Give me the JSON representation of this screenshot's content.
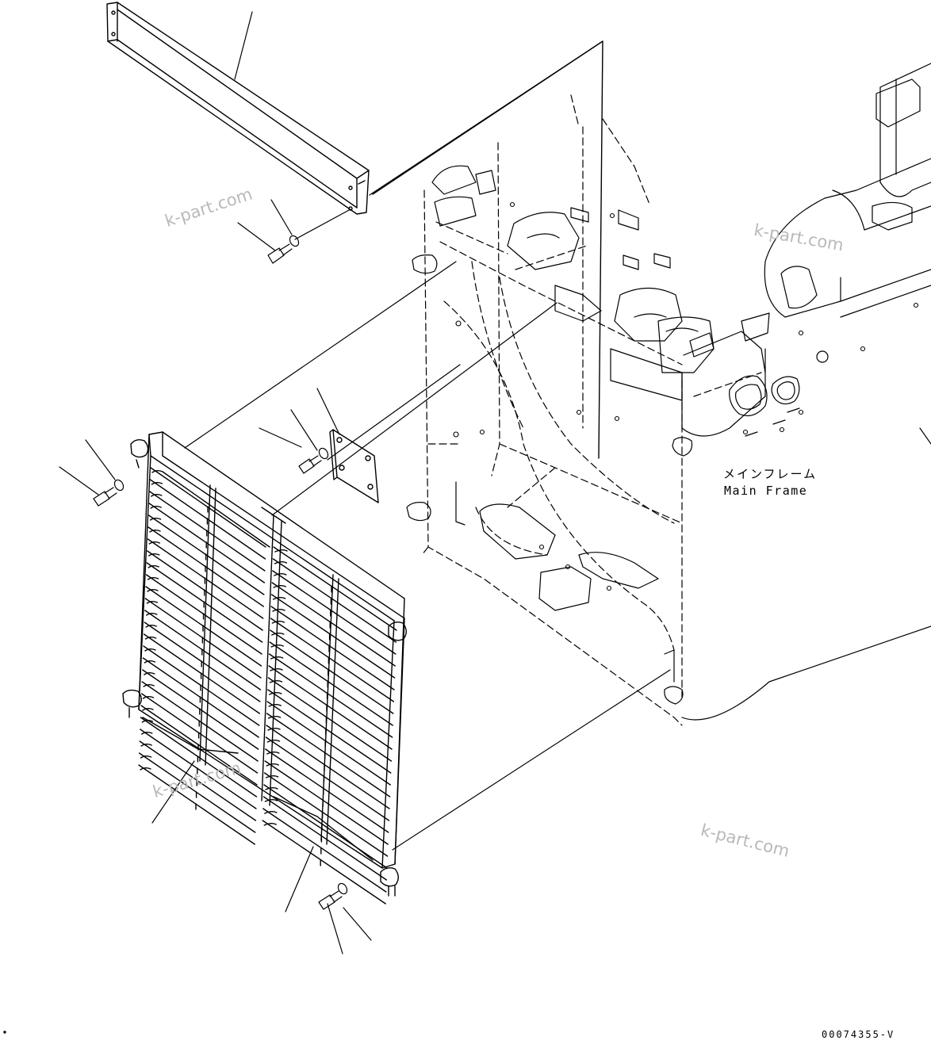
{
  "labels": {
    "main_frame_jp": "メインフレーム",
    "main_frame_en": "Main Frame",
    "drawing_code": "00074355-V"
  },
  "watermark": "k-part.com",
  "colors": {
    "line": "#000000",
    "watermark": "#b9b9b9",
    "background": "#ffffff"
  }
}
